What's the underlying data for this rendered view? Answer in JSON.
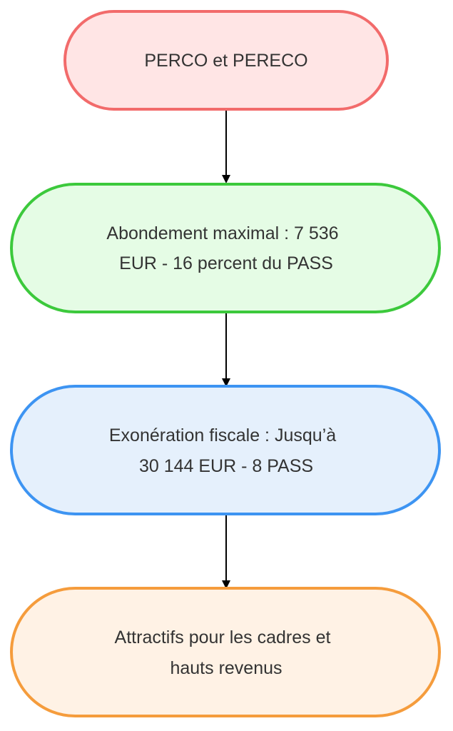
{
  "nodes": [
    {
      "lines": [
        "PERCO et PERECO"
      ],
      "fill": "#FFE5E5",
      "stroke": "#F26B6B"
    },
    {
      "lines": [
        "Abondement maximal : 7 536",
        "EUR - 16 percent du PASS"
      ],
      "fill": "#E5FCE5",
      "stroke": "#3CC93C"
    },
    {
      "lines": [
        "Exonération fiscale : Jusqu’à",
        "30 144 EUR - 8 PASS"
      ],
      "fill": "#E5F0FC",
      "stroke": "#3D94F2"
    },
    {
      "lines": [
        "Attractifs pour les cadres et",
        "hauts revenus"
      ],
      "fill": "#FFF2E5",
      "stroke": "#F59C3C"
    }
  ],
  "edges": [
    {
      "from": 0,
      "to": 1
    },
    {
      "from": 1,
      "to": 2
    },
    {
      "from": 2,
      "to": 3
    }
  ],
  "colors": {
    "edge": "#000000",
    "text": "#333333"
  }
}
